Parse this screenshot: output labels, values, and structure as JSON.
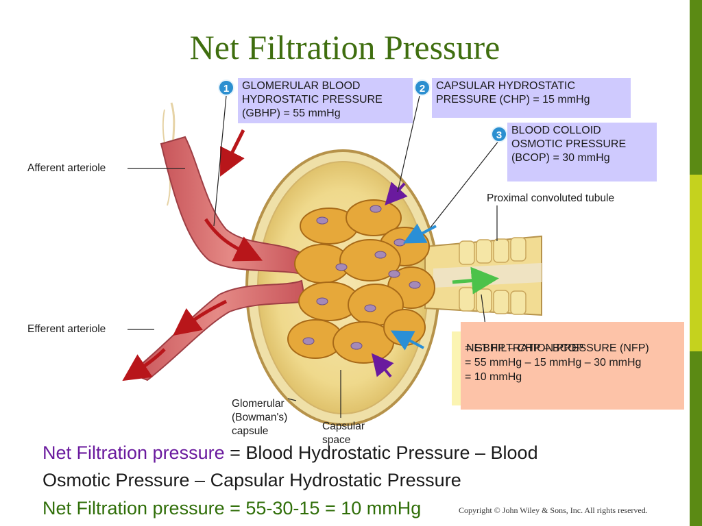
{
  "title": "Net Filtration Pressure",
  "boxes": {
    "gbhp": {
      "number": "1",
      "lines": [
        "GLOMERULAR BLOOD",
        "HYDROSTATIC PRESSURE",
        "(GBHP) = 55 mmHg"
      ]
    },
    "chp": {
      "number": "2",
      "lines": [
        "CAPSULAR HYDROSTATIC",
        "PRESSURE (CHP) = 15 mmHg"
      ]
    },
    "bcop": {
      "number": "3",
      "lines": [
        "BLOOD COLLOID",
        "OSMOTIC PRESSURE",
        "(BCOP) = 30 mmHg"
      ]
    },
    "nfp": {
      "heading": "NET FILTRATION PRESSURE (NFP)",
      "lines": [
        "= GBHP – CHP – BCOP",
        "= 55 mmHg – 15 mmHg – 30 mmHg",
        "= 10 mmHg"
      ]
    }
  },
  "labels": {
    "afferent": "Afferent arteriole",
    "efferent": "Efferent arteriole",
    "proximal": "Proximal convoluted tubule",
    "glomerular_capsule": [
      "Glomerular",
      "(Bowman's)",
      "capsule"
    ],
    "capsular_space": [
      "Capsular",
      "space"
    ]
  },
  "caption": {
    "line1_highlight": "Net Filtration pressure",
    "line1_rest": " = Blood Hydrostatic Pressure – Blood",
    "line2": "Osmotic Pressure – Capsular Hydrostatic Pressure",
    "line3": "Net Filtration pressure = 55-30-15 = 10 mmHg"
  },
  "copyright": "Copyright © John Wiley & Sons, Inc. All rights reserved.",
  "colors": {
    "title": "#3f6e0f",
    "side_bar": "#5b8a14",
    "side_bar_light": "#c5d21e",
    "pressure_box": "#cfcafe",
    "nfp_box": "#fdc3a8",
    "badge": "#2b8fd0",
    "caption_purple": "#6a1a9e",
    "caption_green": "#2f6e08"
  }
}
